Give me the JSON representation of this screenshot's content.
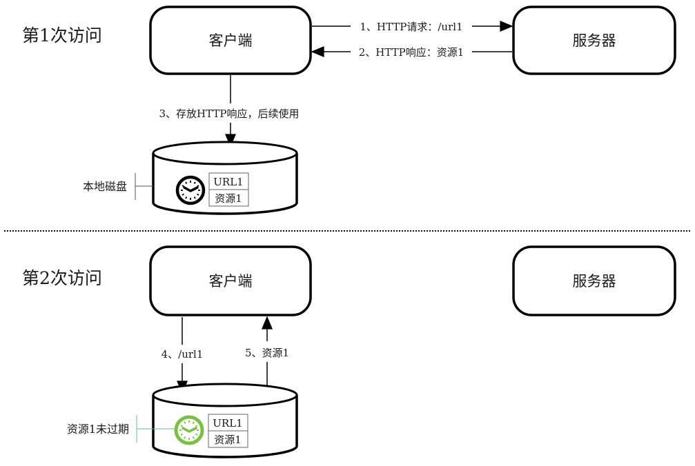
{
  "sections": [
    {
      "title": "第1次访问",
      "client_label": "客户端",
      "server_label": "服务器",
      "edges": {
        "request": "1、HTTP请求：/url1",
        "response": "2、HTTP响应：资源1",
        "store": "3、存放HTTP响应，后续使用"
      },
      "disk": {
        "side_label": "本地磁盘",
        "clock_state": "neutral",
        "cell_key": "URL1",
        "cell_value": "资源1"
      }
    },
    {
      "title": "第2次访问",
      "client_label": "客户端",
      "server_label": "服务器",
      "edges": {
        "lookup": "4、/url1",
        "hit": "5、资源1"
      },
      "disk": {
        "side_label": "资源1未过期",
        "clock_state": "valid",
        "cell_key": "URL1",
        "cell_value": "资源1"
      }
    }
  ],
  "colors": {
    "stroke": "#000000",
    "valid_clock": "#7ac143",
    "valid_leader": "#5cc38a",
    "neutral_leader": "#555555",
    "cell_border": "#666666"
  },
  "icons": {
    "clock": "clock-icon"
  }
}
